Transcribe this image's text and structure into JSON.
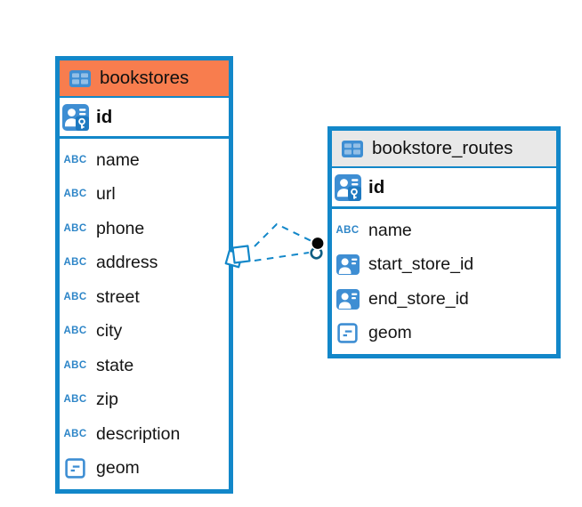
{
  "diagram": {
    "background": "#ffffff",
    "tool": "database-er-diagram"
  },
  "colors": {
    "table_border_blue": "#1287c9",
    "header_orange": "#f87d4e",
    "header_gray": "#e8e8e8",
    "icon_blue": "#3e8ed3",
    "icon_cell_light_blue": "#93bfe6",
    "icon_key_dark_blue": "#1e79c0",
    "abc_icon_blue": "#2e86c8",
    "connector_blue": "#1287c9",
    "connector_dot_black": "#050505",
    "text_black": "#101010"
  },
  "icons": {
    "abc_label": "ABC"
  },
  "tables": [
    {
      "title": "bookstores",
      "header_style": "orange",
      "header_icon": "table-icon",
      "primary_key": {
        "name": "id",
        "icon": "person-key-icon"
      },
      "columns": [
        {
          "name": "name",
          "icon": "abc-icon"
        },
        {
          "name": "url",
          "icon": "abc-icon"
        },
        {
          "name": "phone",
          "icon": "abc-icon"
        },
        {
          "name": "address",
          "icon": "abc-icon"
        },
        {
          "name": "street",
          "icon": "abc-icon"
        },
        {
          "name": "city",
          "icon": "abc-icon"
        },
        {
          "name": "state",
          "icon": "abc-icon"
        },
        {
          "name": "zip",
          "icon": "abc-icon"
        },
        {
          "name": "description",
          "icon": "abc-icon"
        },
        {
          "name": "geom",
          "icon": "geometry-icon"
        }
      ]
    },
    {
      "title": "bookstore_routes",
      "header_style": "gray",
      "header_icon": "table-icon",
      "primary_key": {
        "name": "id",
        "icon": "person-key-icon"
      },
      "columns": [
        {
          "name": "name",
          "icon": "abc-icon"
        },
        {
          "name": "start_store_id",
          "icon": "person-icon"
        },
        {
          "name": "end_store_id",
          "icon": "person-icon"
        },
        {
          "name": "geom",
          "icon": "geometry-icon"
        }
      ]
    }
  ],
  "relationship": {
    "from_table": "bookstores",
    "to_table": "bookstore_routes",
    "line_style": "dashed",
    "from_marker": "stacked-squares",
    "to_marker": "filled-dot"
  }
}
